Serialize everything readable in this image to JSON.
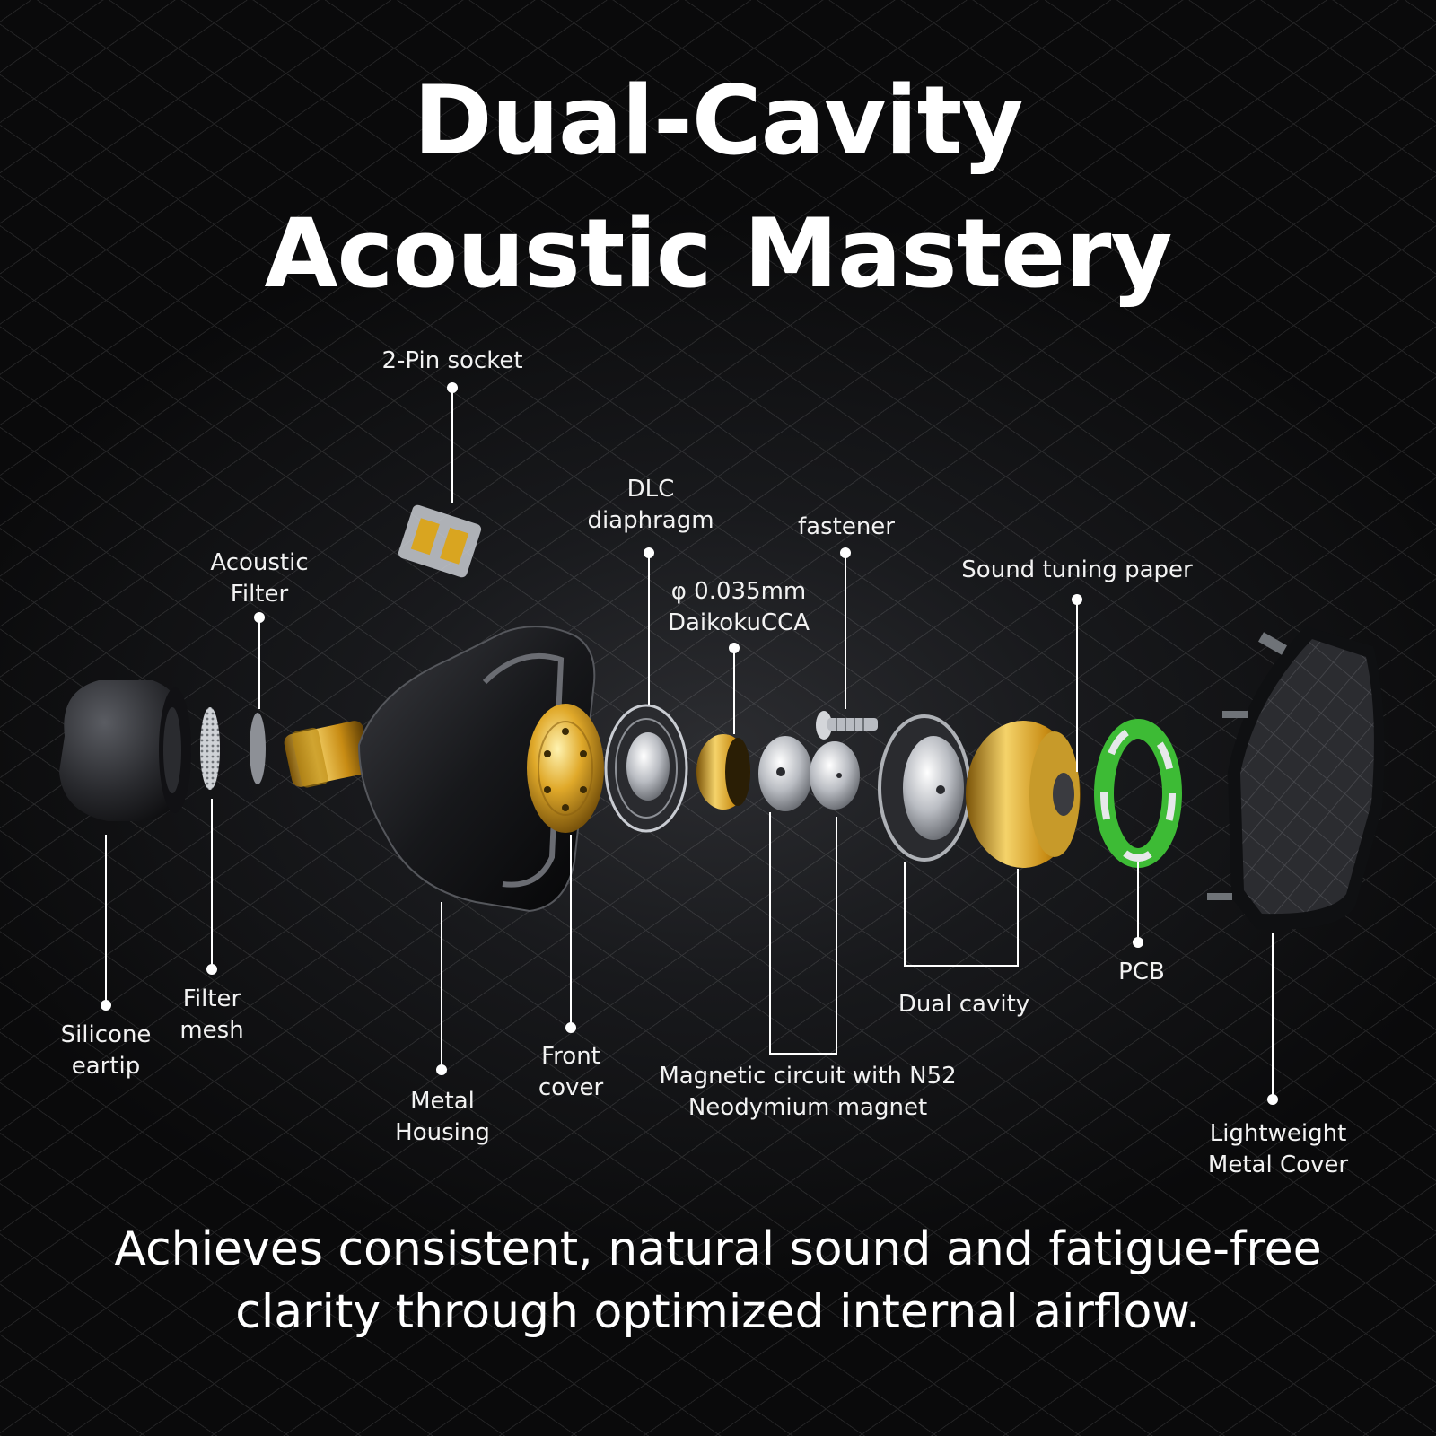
{
  "title": {
    "line1": "Dual-Cavity",
    "line2": "Acoustic Mastery"
  },
  "caption": {
    "line1": "Achieves consistent, natural sound and fatigue-free",
    "line2": "clarity through optimized internal airflow."
  },
  "labels": {
    "pin_socket": "2-Pin socket",
    "acoustic_filter": [
      "Acoustic",
      "Filter"
    ],
    "dlc_diaphragm": [
      "DLC",
      "diaphragm"
    ],
    "voice_coil": [
      "φ 0.035mm",
      "DaikokuCCA"
    ],
    "fastener": "fastener",
    "sound_tuning_paper": "Sound tuning paper",
    "silicone_eartip": [
      "Silicone",
      "eartip"
    ],
    "filter_mesh": [
      "Filter",
      "mesh"
    ],
    "metal_housing": [
      "Metal",
      "Housing"
    ],
    "front_cover": [
      "Front",
      "cover"
    ],
    "magnetic_circuit": [
      "Magnetic circuit with N52",
      "Neodymium magnet"
    ],
    "dual_cavity": "Dual cavity",
    "pcb": "PCB",
    "metal_cover": [
      "Lightweight",
      "Metal Cover"
    ]
  },
  "colors": {
    "gold": "#d9a520",
    "pcb_green": "#3dbb35",
    "background": "#16171a"
  }
}
